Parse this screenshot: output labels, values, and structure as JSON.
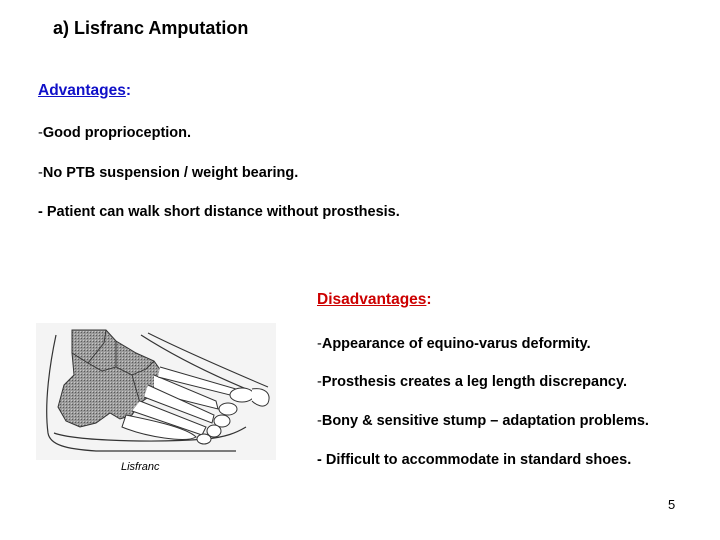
{
  "slide": {
    "title": "a) Lisfranc Amputation",
    "page_number": "5"
  },
  "advantages": {
    "heading": "Advantages",
    "colon": ":",
    "color": "#1010c8",
    "items": [
      {
        "dash": "-",
        "text": "Good proprioception."
      },
      {
        "dash": "-",
        "text": "No PTB suspension / weight bearing."
      },
      {
        "dash": "- ",
        "text": "Patient can walk short distance without prosthesis."
      }
    ]
  },
  "disadvantages": {
    "heading": "Disadvantages",
    "colon": ":",
    "color": "#cc0000",
    "items": [
      {
        "dash": "-",
        "text": "Appearance of equino-varus deformity."
      },
      {
        "dash": "-",
        "text": "Prosthesis creates a leg length discrepancy."
      },
      {
        "dash": "-",
        "text": "Bony & sensitive stump – adaptation problems."
      },
      {
        "dash": "- ",
        "text": "Difficult to accommodate in standard shoes."
      }
    ]
  },
  "figure": {
    "description": "foot-skeleton-illustration",
    "caption": "Lisfranc"
  }
}
